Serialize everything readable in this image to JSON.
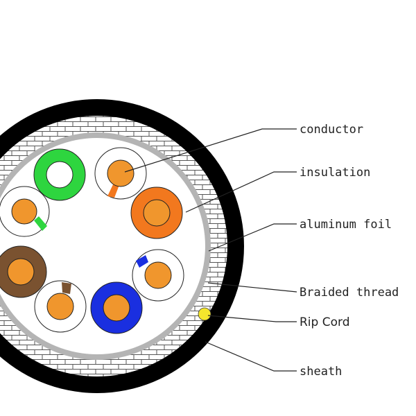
{
  "labels": {
    "conductor": "conductor",
    "insulation": "insulation",
    "aluminum_foil": "aluminum foil",
    "braided_thread": "Braided thread",
    "rip_cord": "Rip Cord",
    "sheath": "sheath"
  },
  "colors": {
    "sheath": "#000000",
    "braid_lines": "#555555",
    "foil": "#b4b4b4",
    "conductor": "#f0962d",
    "rip_cord": "#f5e62d",
    "green": "#2ed53f",
    "orange": "#f2781e",
    "brown": "#7a5230",
    "blue": "#1a2fe0",
    "white": "#ffffff"
  },
  "pairs": [
    {
      "name": "green",
      "type": "solid"
    },
    {
      "name": "white-orange",
      "type": "striped",
      "stripe": "orange"
    },
    {
      "name": "orange",
      "type": "solid"
    },
    {
      "name": "white-blue",
      "type": "striped",
      "stripe": "blue"
    },
    {
      "name": "blue",
      "type": "solid"
    },
    {
      "name": "white-brown",
      "type": "striped",
      "stripe": "brown"
    },
    {
      "name": "brown",
      "type": "solid"
    },
    {
      "name": "white-green",
      "type": "striped",
      "stripe": "green"
    }
  ]
}
